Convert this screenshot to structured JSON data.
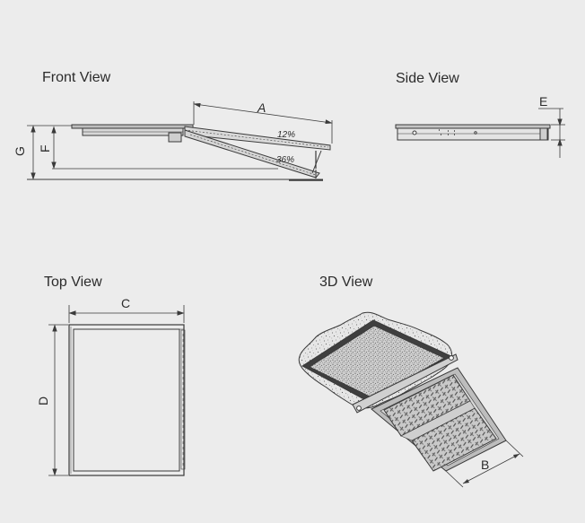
{
  "titles": {
    "front": "Front View",
    "side": "Side View",
    "top": "Top View",
    "three_d": "3D View"
  },
  "dimensions": {
    "a": "A",
    "b": "B",
    "c": "C",
    "d": "D",
    "e": "E",
    "f": "F",
    "g": "G"
  },
  "slopes": {
    "upper": "12%",
    "lower": "36%"
  }
}
